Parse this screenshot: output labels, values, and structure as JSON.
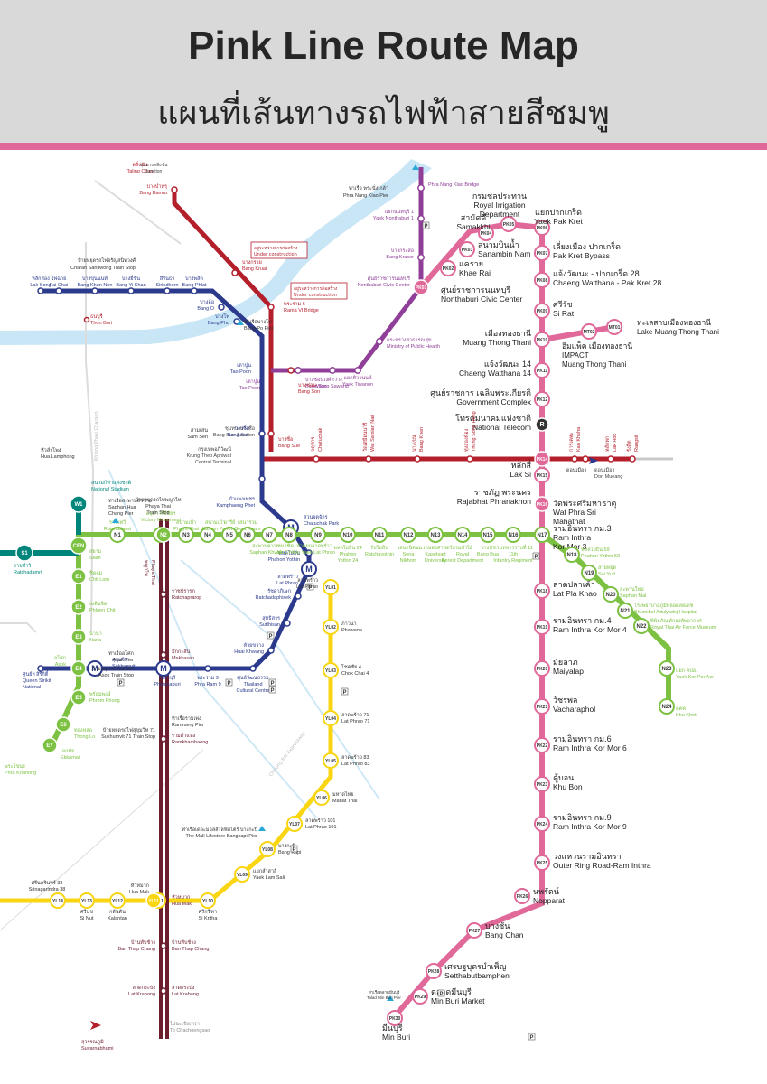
{
  "header": {
    "title_en": "Pink Line Route Map",
    "title_th": "แผนที่เส้นทางรถไฟฟ้าสายสีชมพู"
  },
  "colors": {
    "pink": "#e0699a",
    "header_bg": "#d9d9d9",
    "red": "#b31f2b",
    "purple": "#8f3f97",
    "blue": "#2b3a8c",
    "green": "#7cc142",
    "teal": "#00857a",
    "yellow": "#f9d512",
    "maroon": "#6c1d2e",
    "river": "#c9e6f7"
  },
  "pink_stations": [
    {
      "code": "PK01",
      "th": "ศูนย์ราชการนนทบุรี",
      "en": "Nonthaburi Civic Center",
      "en2": ""
    },
    {
      "code": "PK02",
      "th": "แคราย",
      "en": "Khae Rai",
      "en2": ""
    },
    {
      "code": "PK03",
      "th": "สนามบินน้ำ",
      "en": "Sanambin Nam",
      "en2": ""
    },
    {
      "code": "PK04",
      "th": "สามัคคี",
      "en": "Samakkhi",
      "en2": ""
    },
    {
      "code": "PK05",
      "th": "กรมชลประทาน",
      "en": "Royal Irrigation",
      "en2": "Department"
    },
    {
      "code": "PK06",
      "th": "แยกปากเกร็ด",
      "en": "Yaek Pak Kret",
      "en2": ""
    },
    {
      "code": "PK07",
      "th": "เลี่ยงเมือง ปากเกร็ด",
      "en": "Pak Kret Bypass",
      "en2": ""
    },
    {
      "code": "PK08",
      "th": "แจ้งวัฒนะ - ปากเกร็ด 28",
      "en": "Chaeng Watthana - Pak Kret 28",
      "en2": ""
    },
    {
      "code": "PK09",
      "th": "ศรีรัช",
      "en": "Si Rat",
      "en2": ""
    },
    {
      "code": "PK10",
      "th": "เมืองทองธานี",
      "en": "Muang Thong Thani",
      "en2": ""
    },
    {
      "code": "PK11",
      "th": "แจ้งวัฒนะ 14",
      "en": "Chaeng Watthana 14",
      "en2": ""
    },
    {
      "code": "PK12",
      "th": "ศูนย์ราชการ เฉลิมพระเกียรติ",
      "en": "Government Complex",
      "en2": ""
    },
    {
      "code": "PK13",
      "th": "โทรคมนาคมแห่งชาติ",
      "en": "National Telecom",
      "en2": ""
    },
    {
      "code": "PK14",
      "th": "หลักสี่",
      "en": "Lak Si",
      "en2": ""
    },
    {
      "code": "PK15",
      "th": "ราชภัฏ พระนคร",
      "en": "Rajabhat Phranakhon",
      "en2": ""
    },
    {
      "code": "PK16",
      "th": "วัดพระศรีมหาธาตุ",
      "en": "Wat Phra Sri",
      "en2": "Mahathat"
    },
    {
      "code": "PK17",
      "th": "รามอินทรา กม.3",
      "en": "Ram Inthra",
      "en2": "Kor Mor 3"
    },
    {
      "code": "PK18",
      "th": "ลาดปลาเค้า",
      "en": "Lat Pla Khao",
      "en2": ""
    },
    {
      "code": "PK19",
      "th": "รามอินทรา กม.4",
      "en": "Ram Inthra Kor Mor 4",
      "en2": ""
    },
    {
      "code": "PK20",
      "th": "มัยลาภ",
      "en": "Maiyalap",
      "en2": ""
    },
    {
      "code": "PK21",
      "th": "วัชรพล",
      "en": "Vacharaphol",
      "en2": ""
    },
    {
      "code": "PK22",
      "th": "รามอินทรา กม.6",
      "en": "Ram Inthra Kor Mor 6",
      "en2": ""
    },
    {
      "code": "PK23",
      "th": "คู้บอน",
      "en": "Khu Bon",
      "en2": ""
    },
    {
      "code": "PK24",
      "th": "รามอินทรา กม.9",
      "en": "Ram Inthra Kor Mor 9",
      "en2": ""
    },
    {
      "code": "PK25",
      "th": "วงแหวนรามอินทรา",
      "en": "Outer Ring Road-Ram Inthra",
      "en2": ""
    },
    {
      "code": "PK26",
      "th": "นพรัตน์",
      "en": "Nopparat",
      "en2": ""
    },
    {
      "code": "PK27",
      "th": "บางชัน",
      "en": "Bang Chan",
      "en2": ""
    },
    {
      "code": "PK28",
      "th": "เศรษฐบุตรบำเพ็ญ",
      "en": "Setthabutbamphen",
      "en2": ""
    },
    {
      "code": "PK29",
      "th": "ตลาดมีนบุรี",
      "en": "Min Buri Market",
      "en2": ""
    },
    {
      "code": "PK30",
      "th": "มีนบุรี",
      "en": "Min Buri",
      "en2": ""
    }
  ],
  "pink_branch": [
    {
      "code": "MT01",
      "th": "ทะเลสาบเมืองทองธานี",
      "en": "Lake Muang Thong Thani",
      "en2": ""
    },
    {
      "code": "MT02",
      "th": "อิมแพ็ค เมืองทองธานี",
      "en": "IMPACT",
      "en2": "Muang Thong Thani"
    }
  ],
  "purple_line": [
    {
      "th": "แยกนนทบุรี 1",
      "en": "Yaek Nonthaburi 1"
    },
    {
      "th": "บางกระสอ",
      "en": "Bang Krasor"
    },
    {
      "th": "ศูนย์ราชการนนทบุรี",
      "en": "Nonthaburi Civic Center"
    },
    {
      "th": "กระทรวงสาธารณสุข",
      "en": "Ministry of Public Health"
    },
    {
      "th": "แยกติวานนท์",
      "en": "Yaek Tiwanon"
    },
    {
      "th": "วงศ์สว่าง",
      "en": "Wong Sawang"
    },
    {
      "th": "บางซ่อน",
      "en": "Bang Son"
    },
    {
      "th": "เตาปูน",
      "en": "Tao Poon"
    }
  ],
  "purple_top": {
    "th": "พระนั่งเกล้า",
    "en": "Phra Nang Klao Bridge",
    "pier_th": "ท่าเรือ พระนั่งเกล้า",
    "pier_en": "Phra Nang Klao Pier"
  },
  "red_line": [
    {
      "th": "บางบำหรุ",
      "en": "Bang Bamru"
    },
    {
      "th": "บางกรวย",
      "en": "Bang Kruai"
    },
    {
      "th": "พระราม 6",
      "en": "Rama VI Bridge"
    },
    {
      "th": "บางซ่อน",
      "en": "Bang Son"
    },
    {
      "th": "บางซื่อ",
      "en": "Bang Sue"
    },
    {
      "th": "ตลิ่งชัน",
      "en": "Taling Chan"
    }
  ],
  "construction_note": {
    "th": "อยู่ระหว่างการก่อสร้าง",
    "en": "Under construction"
  },
  "red_north": [
    {
      "th": "ชุมทางบางซื่อ",
      "en": "Bang Sue Junction"
    },
    {
      "th": "จตุจักร",
      "en": "Chatuchak"
    },
    {
      "th": "วัดเสมียนนารี",
      "en": "Wat Samian Nari"
    },
    {
      "th": "บางเขน",
      "en": "Bang Khen"
    },
    {
      "th": "ทุ่งสองห้อง",
      "en": "Thung Song Hong"
    },
    {
      "th": "หลักสี่",
      "en": "Lak Si"
    },
    {
      "th": "การเคหะ",
      "en": "Kan Kheha"
    },
    {
      "th": "ดอนเมือง",
      "en": "Don Mueang"
    },
    {
      "th": "หลักหก",
      "en": "Lak Hok"
    },
    {
      "th": "รังสิต",
      "en": "Rangsit"
    }
  ],
  "krung_thep": {
    "th": "กรุงเทพอภิวัฒน์",
    "en": "Krung Thep Aphiwat",
    "en2": "Central Terminal"
  },
  "airport_dmk": {
    "th": "ดอนเมือง",
    "en": "Don Mueang"
  },
  "airport_bkk": {
    "th": "สุวรรณภูมิ",
    "en": "Suvarnabhumi"
  },
  "blue_line": [
    {
      "th": "หลักสอง",
      "en": "Lak Song"
    },
    {
      "th": "ไฟฉาย",
      "en": "Fai Chai"
    },
    {
      "th": "บางขุนนนท์",
      "en": "Bang Khun Non"
    },
    {
      "th": "บางยี่ขัน",
      "en": "Bang Yi Khan"
    },
    {
      "th": "สิรินธร",
      "en": "Sirindhorn"
    },
    {
      "th": "บางพลัด",
      "en": "Bang Phlat"
    },
    {
      "th": "บางอ้อ",
      "en": "Bang O"
    },
    {
      "th": "บางโพ",
      "en": "Bang Pho"
    },
    {
      "th": "เตาปูน",
      "en": "Tao Poon"
    },
    {
      "th": "บางซื่อ",
      "en": "Bang Sue"
    },
    {
      "th": "กำแพงเพชร",
      "en": "Kamphaeng Phet"
    },
    {
      "th": "สวนจตุจักร",
      "en": "Chatuchak Park"
    },
    {
      "th": "พหลโยธิน",
      "en": "Phahon Yothin"
    },
    {
      "th": "ลาดพร้าว",
      "en": "Lat Phrao"
    },
    {
      "th": "รัชดาภิเษก",
      "en": "Ratchadaphisek"
    },
    {
      "th": "สุทธิสาร",
      "en": "Sutthisan"
    },
    {
      "th": "ห้วยขวาง",
      "en": "Huai Khwang"
    },
    {
      "th": "ศูนย์วัฒนธรรม",
      "en": "Thailand",
      "en2": "Cultural Centre"
    },
    {
      "th": "พระราม 9",
      "en": "Phra Ram 9"
    },
    {
      "th": "เพชรบุรี",
      "en": "Phetchaburi"
    },
    {
      "th": "สุขุมวิท",
      "en": "Sukhumvit"
    },
    {
      "th": "ศูนย์ฯ สิริกิติ์",
      "en": "Queen Sirikit",
      "en2": "National"
    }
  ],
  "blue_pier": {
    "th": "ท่าเรือบางโพ",
    "en": "Bang Po Pier"
  },
  "charan_stop": {
    "th": "ป้ายหยุดรถไฟจรัญสนิทวงศ์",
    "en": "Charan Sanitwong Train Stop"
  },
  "thon_buri": {
    "th": "ธนบุรี",
    "en": "Thon Buri"
  },
  "hua_lamphong": {
    "th": "หัวลำโพง",
    "en": "Hua Lamphong"
  },
  "top_left": {
    "th": "ชุมทางตลิ่งชัน",
    "en": "Taling Chan",
    "en2": "Junction"
  },
  "sam_sen": {
    "th": "สามเสน",
    "en": "Sam Sen"
  },
  "green_stations": [
    {
      "code": "N1",
      "th": "ราชเทวี",
      "en": "Ratchathewi"
    },
    {
      "code": "N2",
      "th": "อนุสาวรีย์ชัยฯ",
      "en": "Victory Monument"
    },
    {
      "code": "N3",
      "th": "สนามเป้า",
      "en": "Phaya Thai"
    },
    {
      "code": "N4",
      "th": "สนามเป้า",
      "en": "Sanam Pao"
    },
    {
      "code": "N5",
      "th": "อารีย์",
      "en": "Ari"
    },
    {
      "code": "N6",
      "th": "เสนาร่วม",
      "en": "Sena Ruam"
    },
    {
      "code": "N7",
      "th": "สะพานควาย",
      "en": "Saphan Khwai"
    },
    {
      "code": "N8",
      "th": "หมอชิต",
      "en": "Mo Chit"
    },
    {
      "code": "N9",
      "th": "ห้าแยกลาดพร้าว",
      "en": "Ha Yaek Lat Phrao"
    },
    {
      "code": "N10",
      "th": "พหลโยธิน 24",
      "en": "Phahon",
      "en2": "Yothin 24"
    },
    {
      "code": "N11",
      "th": "รัชโยธิน",
      "en": "Ratchayothin"
    },
    {
      "code": "N12",
      "th": "เสนานิคม",
      "en": "Sena",
      "en2": "Nikhom"
    },
    {
      "code": "N13",
      "th": "ม.เกษตรศาสตร์",
      "en": "Kasetsart",
      "en2": "University"
    },
    {
      "code": "N14",
      "th": "กรมป่าไม้",
      "en": "Royal",
      "en2": "Forest Department"
    },
    {
      "code": "N15",
      "th": "บางบัว",
      "en": "Bang Bua"
    },
    {
      "code": "N16",
      "th": "กรมทหารราบที่ 11",
      "en": "11th",
      "en2": "Infantry Regiment"
    },
    {
      "code": "N17",
      "th": "วัดพระศรีมหาธาตุ",
      "en": "Wat Phra Sri Mahathat"
    },
    {
      "code": "N18",
      "th": "พหลโยธิน 59",
      "en": "Phahon Yothin 59"
    },
    {
      "code": "N19",
      "th": "สายหยุด",
      "en": "Sai Yud"
    },
    {
      "code": "N20",
      "th": "สะพานใหม่",
      "en": "Saphan Mai"
    },
    {
      "code": "N21",
      "th": "โรงพยาบาลภูมิพลอดุลยเดช",
      "en": "Bhumibol Adulyadej Hospital"
    },
    {
      "code": "N22",
      "th": "พิพิธภัณฑ์กองทัพอากาศ",
      "en": "Royal Thai Air Force Museum"
    },
    {
      "code": "N23",
      "th": "แยก คปอ.",
      "en": "Yaek Kor Por Aor"
    },
    {
      "code": "N24",
      "th": "คูคต",
      "en": "Khu Khot"
    }
  ],
  "green_south": [
    {
      "code": "CEN",
      "th": "สยาม",
      "en": "Siam"
    },
    {
      "code": "E1",
      "th": "ชิดลม",
      "en": "Chit Lom"
    },
    {
      "code": "E2",
      "th": "เพลินจิต",
      "en": "Phloen Chit"
    },
    {
      "code": "E3",
      "th": "นานา",
      "en": "Nana"
    },
    {
      "code": "E4",
      "th": "อโศก",
      "en": "Asok"
    },
    {
      "code": "E5",
      "th": "พร้อมพงษ์",
      "en": "Phrom Phong"
    },
    {
      "code": "E6",
      "th": "ทองหล่อ",
      "en": "Thong Lo"
    },
    {
      "code": "E7",
      "th": "เอกมัย",
      "en": "Ekkamai"
    },
    {
      "code": "S1",
      "th": "ราชดำริ",
      "en": "Ratchadamri"
    },
    {
      "code": "W1",
      "th": "สนามกีฬาแห่งชาติ",
      "en": "National Stadium"
    }
  ],
  "phra_khanong": {
    "th": "พระโขนง",
    "en": "Phra Khanong"
  },
  "green_extra": [
    {
      "th": "ท่าเรือสะพานหัวช้าง",
      "en": "Saphan Hua",
      "en2": "Chang Pier"
    },
    {
      "th": "ป้ายหยุดรถไฟพญาไท",
      "en": "Phaya Thai",
      "en2": "Train Stop"
    },
    {
      "th": "พญาไท",
      "en": "Phaya Thai"
    }
  ],
  "yellow_stations": [
    {
      "code": "YL01",
      "th": "ลาดพร้าว",
      "en": "Lat Phrao"
    },
    {
      "code": "YL02",
      "th": "ภาวนา",
      "en": "Phawana"
    },
    {
      "code": "YL03",
      "th": "โชคชัย 4",
      "en": "Chok Chai 4"
    },
    {
      "code": "YL04",
      "th": "ลาดพร้าว 71",
      "en": "Lat Phrao 71"
    },
    {
      "code": "YL05",
      "th": "ลาดพร้าว 83",
      "en": "Lat Phrao 83"
    },
    {
      "code": "YL06",
      "th": "มหาดไทย",
      "en": "Mahat Thai"
    },
    {
      "code": "YL07",
      "th": "ลาดพร้าว 101",
      "en": "Lat Phrao 101"
    },
    {
      "code": "YL08",
      "th": "บางกะปิ",
      "en": "Bang Kapi"
    },
    {
      "code": "YL09",
      "th": "แยกลำสาลี",
      "en": "Yaek Lam Sali"
    },
    {
      "code": "YL10",
      "th": "ศรีกรีฑา",
      "en": "Si Kritha"
    },
    {
      "code": "YL11",
      "th": "หัวหมาก",
      "en": "Hua Mak"
    },
    {
      "code": "YL12",
      "th": "กลันตัน",
      "en": "Kalantan"
    },
    {
      "code": "YL13",
      "th": "ศรีนุช",
      "en": "Si Nut"
    },
    {
      "code": "YL14",
      "th": "ศรีนครินทร์ 38",
      "en": "Srinagarindra 38"
    }
  ],
  "yellow_pier": {
    "th": "ท่าเรือเดอะมอลล์ไลฟ์สโตร์ บางกะปิ",
    "en": "The Mall Lifestore Bangkapi Pier"
  },
  "hua_mak_rail": {
    "th": "หัวหมาก",
    "en": "Hua Mak"
  },
  "maroon_line": [
    {
      "th": "ราชปรารภ",
      "en": "Ratchaprarop"
    },
    {
      "th": "มักกะสัน",
      "en": "Makkasan"
    },
    {
      "th": "รามคำแหง",
      "en": "Ramkhamhaeng"
    },
    {
      "th": "หัวหมาก",
      "en": "Hua Mak"
    },
    {
      "th": "บ้านทับช้าง",
      "en": "Ban Thap Chang"
    },
    {
      "th": "ลาดกระบัง",
      "en": "Lat Krabang"
    },
    {
      "th": "สุวรรณภูมิ",
      "en": "Suvarnabhumi"
    }
  ],
  "maroon_extra": [
    {
      "th": "ท่าเรืออโศก",
      "en": "Asok Pier"
    },
    {
      "th": "ป้ายหยุดรถไฟอโศก",
      "en": "Asok Train Stop"
    },
    {
      "th": "ท่าเรือรามเพ่ง",
      "en": "Ramruerg Pier"
    },
    {
      "th": "ป้ายหยุดรถไฟสุขุมวิท 71",
      "en": "Sukhumvit 71 Train Stop"
    },
    {
      "th": "ไปฉะเชิงเทรา",
      "en": "To Chachoengsao"
    }
  ],
  "min_buri_pier": {
    "th": "ท่าเรือตลาดมีนบุรี",
    "en": "Talad Min Buri Pier"
  },
  "rail_labels": [
    "Khlong Phasi Charoen",
    "Chalong Rat Expressway"
  ]
}
